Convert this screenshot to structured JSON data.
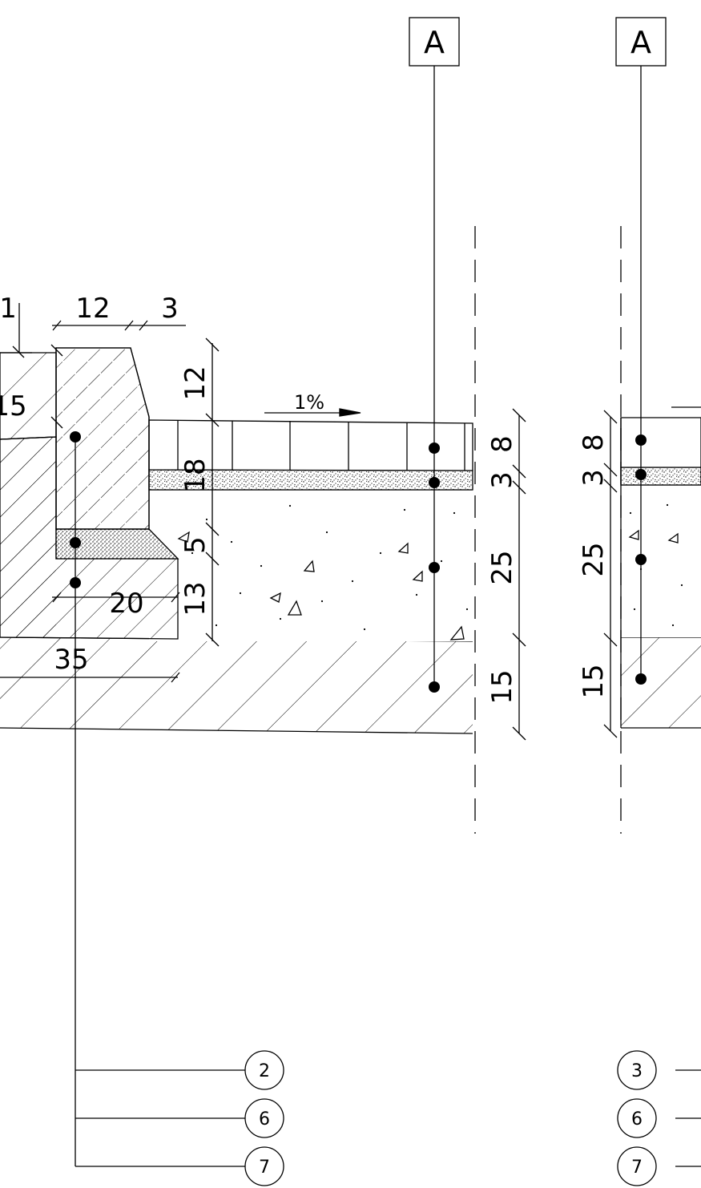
{
  "section_marks": [
    "A",
    "A"
  ],
  "slope": "1%",
  "dims": {
    "curb_top_width": "12",
    "curb_batter": "3",
    "left_partial": "1",
    "verge_depth": "15",
    "curb_height": "12",
    "curb_total": "18",
    "bed_depth": "5",
    "foundation_depth": "13",
    "foundation_width": "20",
    "foundation_overall": "35",
    "paving": "8",
    "bedding": "3",
    "base": "25",
    "subbase": "15"
  },
  "callouts_left": [
    "2",
    "6",
    "7"
  ],
  "callouts_right": [
    "3",
    "6",
    "7"
  ],
  "colors": {
    "ink": "#000000",
    "paper": "#ffffff"
  }
}
